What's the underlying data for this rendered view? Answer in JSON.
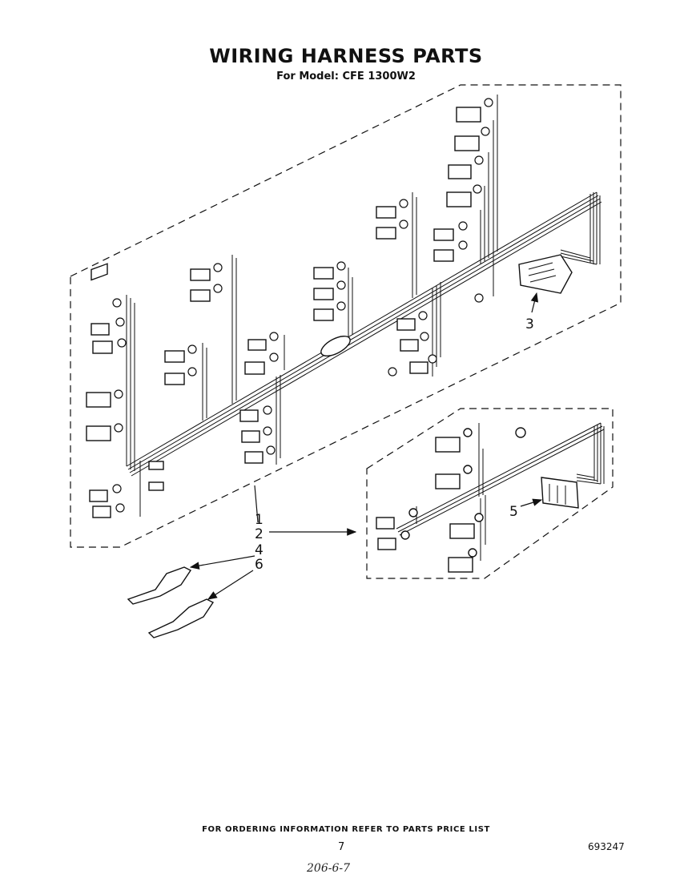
{
  "header": {
    "title": "WIRING HARNESS PARTS",
    "subtitle": "For Model: CFE 1300W2"
  },
  "callouts": {
    "c1": "1",
    "c2": "2",
    "c3": "3",
    "c4": "4",
    "c5": "5",
    "c6": "6"
  },
  "footer": {
    "ordering_note": "FOR ORDERING INFORMATION REFER TO PARTS PRICE LIST",
    "page_number": "7",
    "document_number": "693247",
    "handwritten_note": "206-6-7"
  }
}
